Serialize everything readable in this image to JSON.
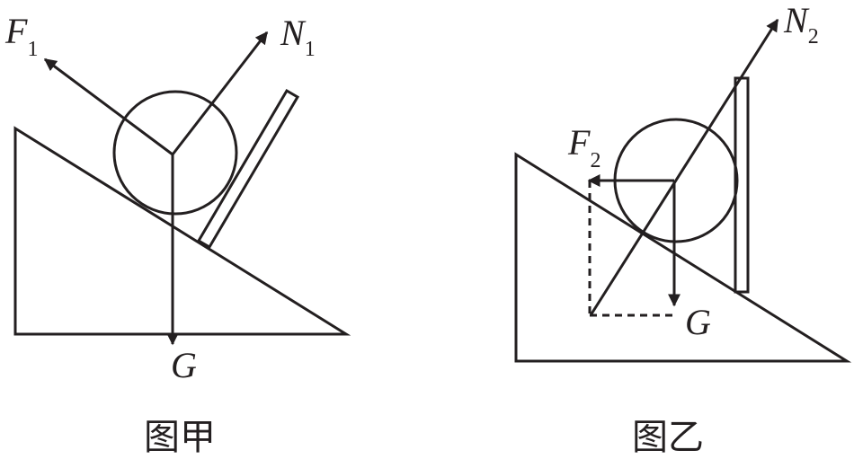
{
  "figure_left": {
    "caption": "图甲",
    "labels": {
      "friction": {
        "symbol": "F",
        "subscript": "1"
      },
      "normal": {
        "symbol": "N",
        "subscript": "1"
      },
      "gravity": {
        "symbol": "G"
      }
    }
  },
  "figure_right": {
    "caption": "图乙",
    "labels": {
      "friction": {
        "symbol": "F",
        "subscript": "2"
      },
      "normal": {
        "symbol": "N",
        "subscript": "2"
      },
      "gravity": {
        "symbol": "G"
      }
    }
  },
  "colors": {
    "ink": "#231f20",
    "background": "#ffffff"
  }
}
